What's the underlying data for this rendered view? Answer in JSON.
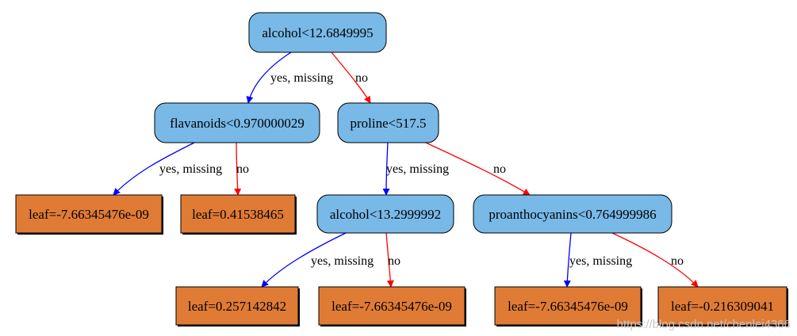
{
  "colors": {
    "decision_fill": "#78b9e8",
    "leaf_fill": "#e07b35",
    "border": "#000000",
    "yes_edge": "#0000ff",
    "no_edge": "#ff0000"
  },
  "nodes": [
    {
      "id": "n0",
      "kind": "decision",
      "label": "alcohol<12.6849995"
    },
    {
      "id": "n1",
      "kind": "decision",
      "label": "flavanoids<0.970000029"
    },
    {
      "id": "n2",
      "kind": "decision",
      "label": "proline<517.5"
    },
    {
      "id": "n3",
      "kind": "leaf",
      "label": "leaf=-7.66345476e-09"
    },
    {
      "id": "n4",
      "kind": "leaf",
      "label": "leaf=0.41538465"
    },
    {
      "id": "n5",
      "kind": "decision",
      "label": "alcohol<13.2999992"
    },
    {
      "id": "n6",
      "kind": "decision",
      "label": "proanthocyanins<0.764999986"
    },
    {
      "id": "n7",
      "kind": "leaf",
      "label": "leaf=0.257142842"
    },
    {
      "id": "n8",
      "kind": "leaf",
      "label": "leaf=-7.66345476e-09"
    },
    {
      "id": "n9",
      "kind": "leaf",
      "label": "leaf=-7.66345476e-09"
    },
    {
      "id": "n10",
      "kind": "leaf",
      "label": "leaf=-0.216309041"
    }
  ],
  "edges": [
    {
      "from": "n0",
      "to": "n1",
      "type": "yes",
      "label": "yes, missing"
    },
    {
      "from": "n0",
      "to": "n2",
      "type": "no",
      "label": "no"
    },
    {
      "from": "n1",
      "to": "n3",
      "type": "yes",
      "label": "yes, missing"
    },
    {
      "from": "n1",
      "to": "n4",
      "type": "no",
      "label": "no"
    },
    {
      "from": "n2",
      "to": "n5",
      "type": "yes",
      "label": "yes, missing"
    },
    {
      "from": "n2",
      "to": "n6",
      "type": "no",
      "label": "no"
    },
    {
      "from": "n5",
      "to": "n7",
      "type": "yes",
      "label": "yes, missing"
    },
    {
      "from": "n5",
      "to": "n8",
      "type": "no",
      "label": "no"
    },
    {
      "from": "n6",
      "to": "n9",
      "type": "yes",
      "label": "yes, missing"
    },
    {
      "from": "n6",
      "to": "n10",
      "type": "no",
      "label": "no"
    }
  ],
  "watermark": "https://blog.csdn.net/chenlei4366"
}
